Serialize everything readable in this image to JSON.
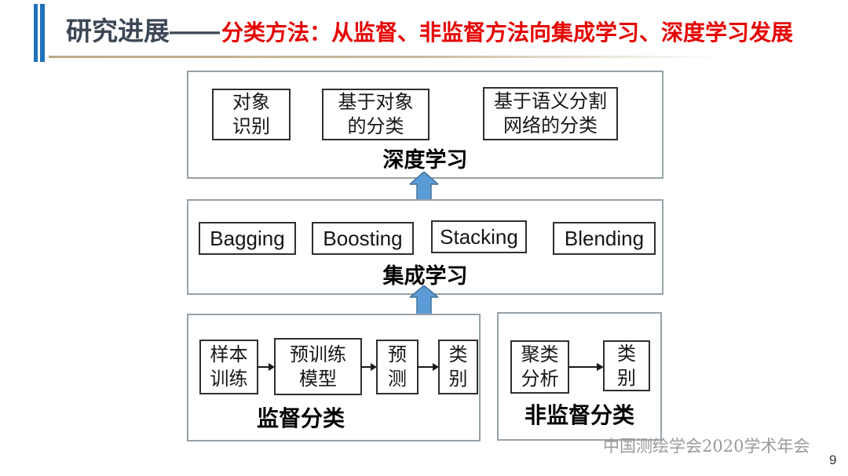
{
  "header": {
    "heading": "研究进展",
    "dash": "——",
    "subtitle": "分类方法：从监督、非监督方法向集成学习、深度学习发展"
  },
  "diagram": {
    "deep_learning": {
      "label": "深度学习",
      "items": [
        "对象\n识别",
        "基于对象\n的分类",
        "基于语义分割\n网络的分类"
      ]
    },
    "ensemble": {
      "label": "集成学习",
      "items": [
        "Bagging",
        "Boosting",
        "Stacking",
        "Blending"
      ]
    },
    "supervised": {
      "label": "监督分类",
      "steps": [
        "样本\n训练",
        "预训练\n模型",
        "预\n测",
        "类\n别"
      ]
    },
    "unsupervised": {
      "label": "非监督分类",
      "steps": [
        "聚类\n分析",
        "类\n别"
      ]
    }
  },
  "footer": {
    "watermark": "中国测绘学会2020学术年会",
    "page_number": "9"
  },
  "colors": {
    "accent_bar": "#1F72B8",
    "title_heading": "#3B4754",
    "title_subtitle": "#E60000",
    "divider": "#C2B190",
    "outer_border": "#97A1A8",
    "inner_border": "#2F2F2F",
    "arrow_fill": "#5B9BD5",
    "arrow_stroke": "#41719C",
    "watermark": "#9A9A9A"
  }
}
